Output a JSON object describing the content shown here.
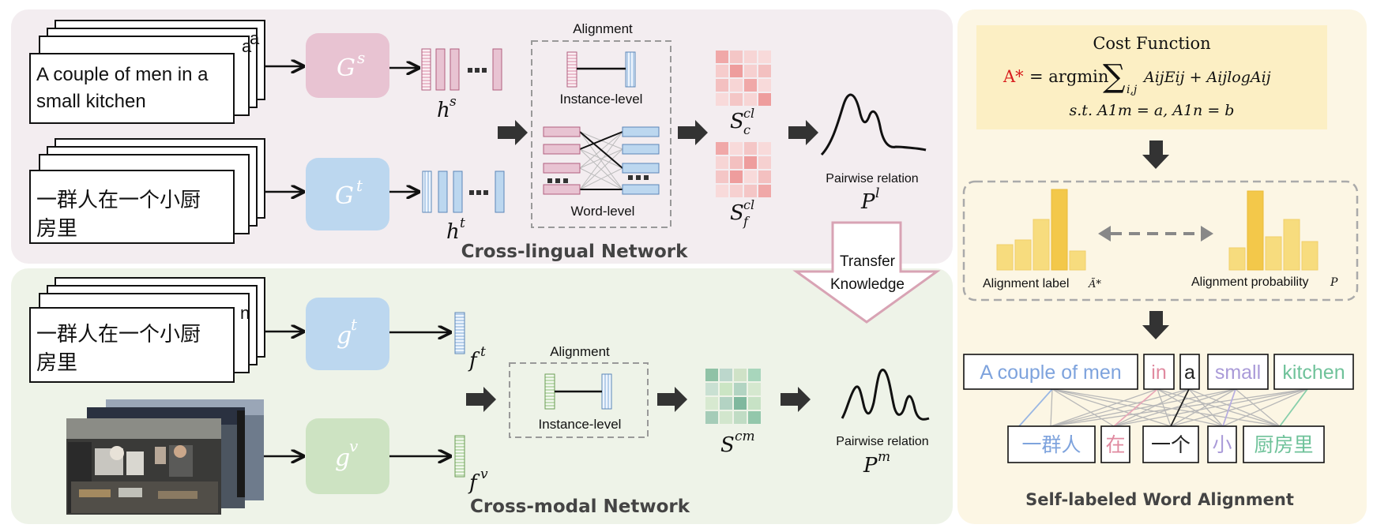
{
  "sections": {
    "cross_lingual": "Cross-lingual Network",
    "cross_modal": "Cross-modal Network",
    "self_labeled": "Self-labeled Word Alignment"
  },
  "cross_lingual": {
    "source_text": [
      "A couple of men in a",
      "small kitchen"
    ],
    "source_stack_peek": "a",
    "target_text": [
      "一群人在一个小厨",
      "房里"
    ],
    "encoder_source": {
      "base": "G",
      "sup": "s",
      "color": "#e8c3d2"
    },
    "encoder_target": {
      "base": "G",
      "sup": "t",
      "color": "#bcd7ef"
    },
    "feat_source": {
      "base": "h",
      "sup": "s"
    },
    "feat_target": {
      "base": "h",
      "sup": "t"
    },
    "alignment_title": "Alignment",
    "instance_level": "Instance-level",
    "word_level": "Word-level",
    "sim_coarse": {
      "base": "S",
      "sub": "c",
      "sup": "cl"
    },
    "sim_fine": {
      "base": "S",
      "sub": "f",
      "sup": "cl"
    },
    "pairwise_label": "Pairwise relation",
    "pairwise_symbol": {
      "base": "P",
      "sup": "l"
    }
  },
  "transfer": [
    "Transfer",
    "Knowledge"
  ],
  "cross_modal": {
    "text": [
      "一群人在一个小厨",
      "房里"
    ],
    "stack_peek": "n",
    "encoder_text": {
      "base": "g",
      "sup": "t",
      "color": "#bcd7ef"
    },
    "encoder_visual": {
      "base": "g",
      "sup": "v",
      "color": "#cde3c2"
    },
    "feat_text": {
      "base": "f",
      "sup": "t"
    },
    "feat_visual": {
      "base": "f",
      "sup": "v"
    },
    "alignment_title": "Alignment",
    "instance_level": "Instance-level",
    "sim": {
      "base": "S",
      "sup": "cm"
    },
    "pairwise_label": "Pairwise relation",
    "pairwise_symbol": {
      "base": "P",
      "sup": "m"
    }
  },
  "cost_function": {
    "title": "Cost Function",
    "a_star": "A*",
    "eq_line1": "= argmin",
    "sum_sub": "i,j",
    "term": "AijEij + AijlogAij",
    "constraint": "s.t. A1m = a, A1n = b"
  },
  "alignment_label": "Alignment label",
  "alignment_label_symbol": "Ã*",
  "alignment_probability": "Alignment probability",
  "alignment_probability_symbol": "P",
  "word_alignment": {
    "top": [
      {
        "text": "A couple of men",
        "color": "#7ea3dd"
      },
      {
        "text": "in",
        "color": "#e08aa0"
      },
      {
        "text": "a",
        "color": "#222222"
      },
      {
        "text": "small",
        "color": "#a99ad8"
      },
      {
        "text": "kitchen",
        "color": "#6fc29a"
      }
    ],
    "bottom": [
      {
        "text": "一群人",
        "color": "#7ea3dd"
      },
      {
        "text": "在",
        "color": "#e08aa0"
      },
      {
        "text": "一个",
        "color": "#222222"
      },
      {
        "text": "小",
        "color": "#a99ad8"
      },
      {
        "text": "厨房里",
        "color": "#6fc29a"
      }
    ]
  },
  "colors": {
    "panel_cross_lingual": "#f3edf0",
    "panel_cross_modal": "#eef3e8",
    "panel_right": "#fcf6e4",
    "cost_box": "#fcefc4",
    "bar_yellow": "#f7dc7e",
    "bar_yellow_dark": "#f3c84a",
    "a_star_red": "#d81e1e"
  }
}
